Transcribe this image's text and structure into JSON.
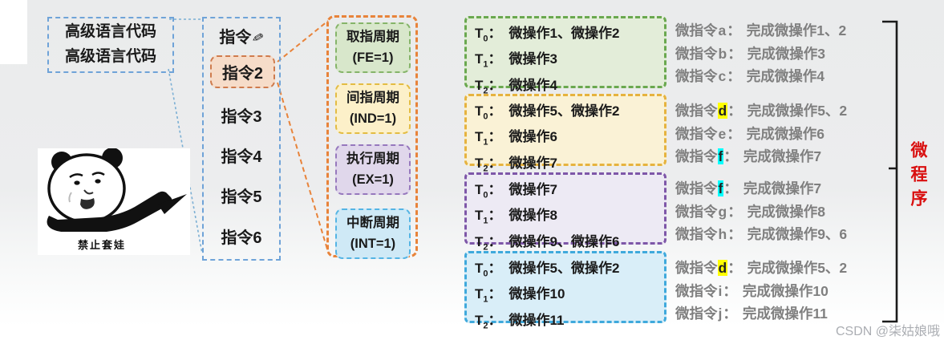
{
  "ui": {
    "colon": "："
  },
  "colors": {
    "highlight_yellow": "#ffff00",
    "highlight_cyan": "#00ffff",
    "microprogram_red": "#d90f0f",
    "selected_instruction_fill": "#f6dcc9",
    "selected_instruction_border": "#cf7b4d",
    "container_orange": "#e8833a",
    "link_blue": "#6fa3d8",
    "fetch_green": "#6aa84f",
    "indirect_yellow": "#e6b33f",
    "execute_purple": "#7e57a8",
    "interrupt_blue": "#3fa9dc"
  },
  "code_box": {
    "line1": "高级语言代码",
    "line2": "高级语言代码"
  },
  "meme": {
    "caption": "禁止套娃"
  },
  "instructions": {
    "item1": {
      "label": "指令",
      "pencil": "✎"
    },
    "item2": {
      "label": "指令2",
      "selected": true
    },
    "item3": {
      "label": "指令3"
    },
    "item4": {
      "label": "指令4"
    },
    "item5": {
      "label": "指令5"
    },
    "item6": {
      "label": "指令6"
    }
  },
  "cycles": {
    "fetch": {
      "title": "取指周期",
      "flag": "(FE=1)"
    },
    "indirect": {
      "title": "间指周期",
      "flag": "(IND=1)"
    },
    "execute": {
      "title": "执行周期",
      "flag": "(EX=1)"
    },
    "interrupt": {
      "title": "中断周期",
      "flag": "(INT=1)"
    }
  },
  "tgroups": {
    "fetch": {
      "rows": [
        {
          "t": "T",
          "sub": "0",
          "ops": "微操作1、微操作2"
        },
        {
          "t": "T",
          "sub": "1",
          "ops": "微操作3"
        },
        {
          "t": "T",
          "sub": "2",
          "ops": "微操作4"
        }
      ]
    },
    "indirect": {
      "rows": [
        {
          "t": "T",
          "sub": "0",
          "ops": "微操作5、微操作2"
        },
        {
          "t": "T",
          "sub": "1",
          "ops": "微操作6"
        },
        {
          "t": "T",
          "sub": "2",
          "ops": "微操作7"
        }
      ]
    },
    "execute": {
      "rows": [
        {
          "t": "T",
          "sub": "0",
          "ops": "微操作7"
        },
        {
          "t": "T",
          "sub": "1",
          "ops": "微操作8"
        },
        {
          "t": "T",
          "sub": "2",
          "ops": "微操作9、微操作6"
        }
      ]
    },
    "interrupt": {
      "rows": [
        {
          "t": "T",
          "sub": "0",
          "ops": "微操作5、微操作2"
        },
        {
          "t": "T",
          "sub": "1",
          "ops": "微操作10"
        },
        {
          "t": "T",
          "sub": "2",
          "ops": "微操作11"
        }
      ]
    }
  },
  "micro_instructions": {
    "group1": {
      "lines": [
        {
          "prefix": "微指令",
          "letter": "a",
          "highlight": "none",
          "desc": "完成微操作1、2"
        },
        {
          "prefix": "微指令",
          "letter": "b",
          "highlight": "none",
          "desc": "完成微操作3"
        },
        {
          "prefix": "微指令",
          "letter": "c",
          "highlight": "none",
          "desc": "完成微操作4"
        }
      ]
    },
    "group2": {
      "lines": [
        {
          "prefix": "微指令",
          "letter": "d",
          "highlight": "yellow",
          "desc": "完成微操作5、2"
        },
        {
          "prefix": "微指令",
          "letter": "e",
          "highlight": "none",
          "desc": "完成微操作6"
        },
        {
          "prefix": "微指令",
          "letter": "f",
          "highlight": "cyan",
          "desc": "完成微操作7"
        }
      ]
    },
    "group3": {
      "lines": [
        {
          "prefix": "微指令",
          "letter": "f",
          "highlight": "cyan",
          "desc": "完成微操作7"
        },
        {
          "prefix": "微指令",
          "letter": "g",
          "highlight": "none",
          "desc": "完成微操作8"
        },
        {
          "prefix": "微指令",
          "letter": "h",
          "highlight": "none",
          "desc": "完成微操作9、6"
        }
      ]
    },
    "group4": {
      "lines": [
        {
          "prefix": "微指令",
          "letter": "d",
          "highlight": "yellow",
          "desc": "完成微操作5、2"
        },
        {
          "prefix": "微指令",
          "letter": "i",
          "highlight": "none",
          "desc": "完成微操作10"
        },
        {
          "prefix": "微指令",
          "letter": "j",
          "highlight": "none",
          "desc": "完成微操作11"
        }
      ]
    }
  },
  "bracket_label": "微程序",
  "watermark": "CSDN @柒姑娘哦"
}
